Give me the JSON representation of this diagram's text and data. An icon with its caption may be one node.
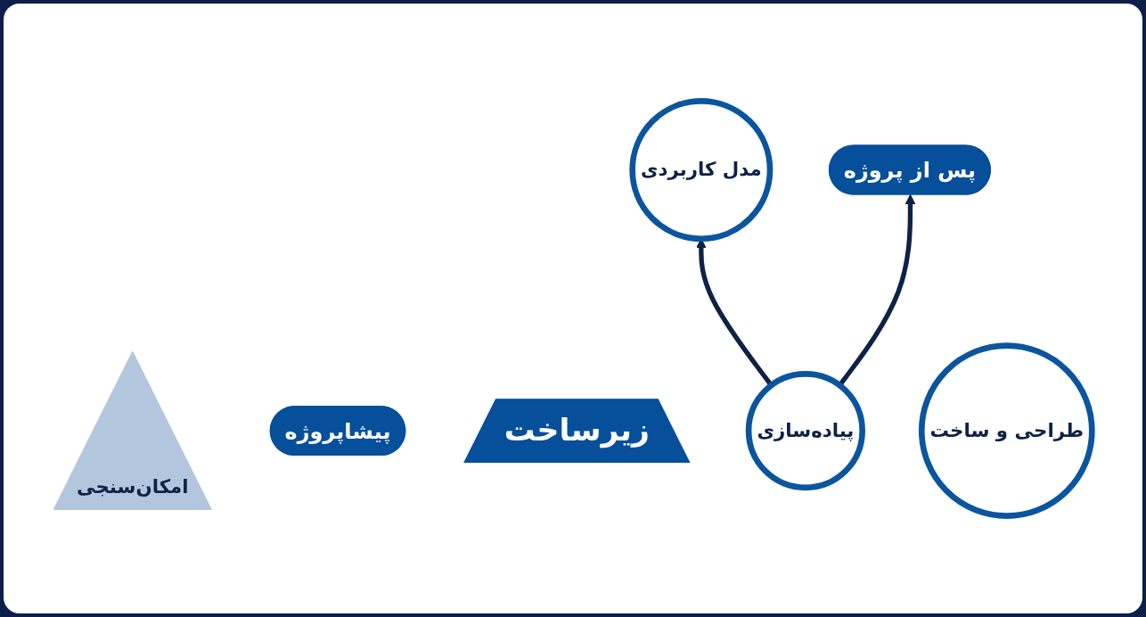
{
  "diagram": {
    "nodes": [
      {
        "text": [
          "پس از پروژه"
        ]
      },
      {
        "text": [
          "امکان‌سنجی"
        ]
      },
      {
        "text": [
          "پیشاپروژه"
        ]
      },
      {
        "text": [
          "زیرساخت"
        ]
      },
      {
        "text": [
          "پیاده‌سازی"
        ]
      },
      {
        "text": [
          "مدل کاربردی"
        ]
      },
      {
        "text": [
          "طراحی و ساخت"
        ]
      }
    ],
    "edges": [
      {
        "from": 4,
        "to": 5,
        "arrow": "to"
      },
      {
        "from": 4,
        "to": 0,
        "arrow": "to"
      }
    ]
  }
}
